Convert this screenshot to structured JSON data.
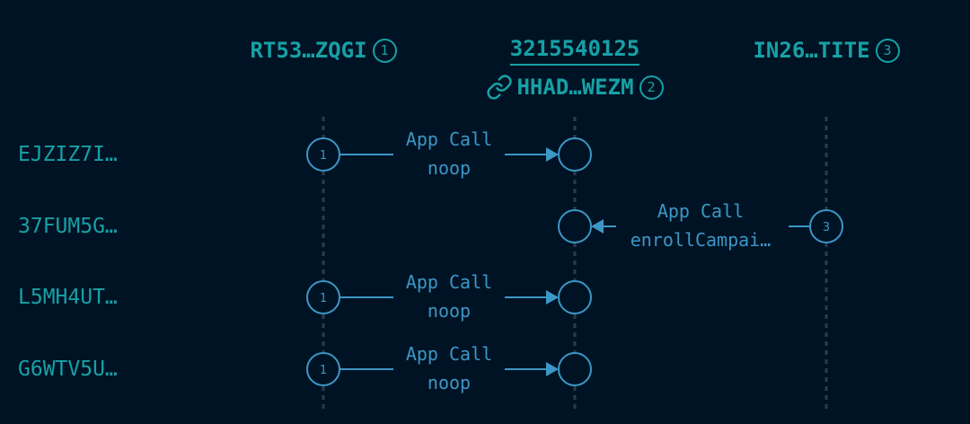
{
  "columns": [
    {
      "title": "RT53…ZQGI",
      "badge": "1"
    },
    {
      "title": "3215540125",
      "subtitle": "HHAD…WEZM",
      "badge": "2"
    },
    {
      "title": "IN26…TITE",
      "badge": "3"
    }
  ],
  "rows": [
    {
      "label": "EJZIZ7I…",
      "call_type": "App Call",
      "method": "noop",
      "badge": "1"
    },
    {
      "label": "37FUM5G…",
      "call_type": "App Call",
      "method": "enrollCampai…",
      "badge": "3"
    },
    {
      "label": "L5MH4UT…",
      "call_type": "App Call",
      "method": "noop",
      "badge": "1"
    },
    {
      "label": "G6WTV5U…",
      "call_type": "App Call",
      "method": "noop",
      "badge": "1"
    }
  ],
  "colors": {
    "background": "#001324",
    "text": "#16a1a6",
    "line": "#3b97c6",
    "lifeline": "#2d3b4a"
  },
  "icons": {
    "link": "link-icon"
  }
}
